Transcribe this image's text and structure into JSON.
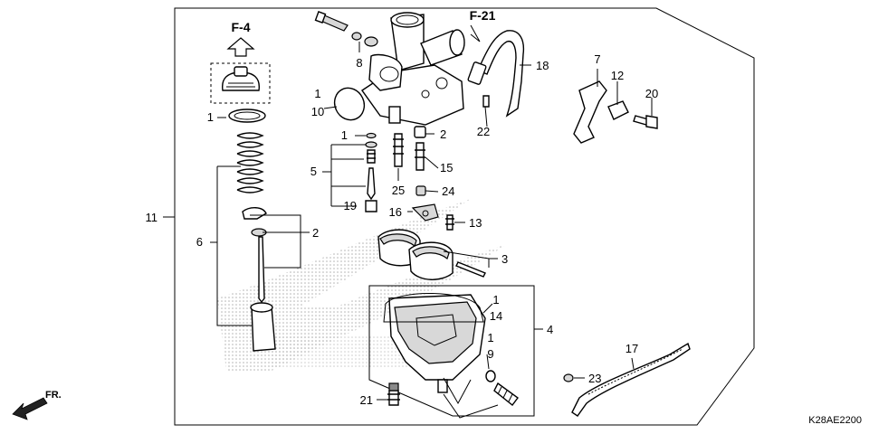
{
  "diagram_code": "K28AE2200",
  "direction_label": "FR.",
  "references": [
    "F-4",
    "F-21"
  ],
  "callouts": {
    "c1_cap": "1",
    "c1_oring": "1",
    "c1_screw": "1",
    "c1_float": "1",
    "c1_jet": "1",
    "c2_top": "2",
    "c2_needle": "2",
    "c3": "3",
    "c4": "4",
    "c5": "5",
    "c6": "6",
    "c7": "7",
    "c8": "8",
    "c9": "9",
    "c10": "10",
    "c11": "11",
    "c12": "12",
    "c13": "13",
    "c14": "14",
    "c15": "15",
    "c16": "16",
    "c17": "17",
    "c18": "18",
    "c19": "19",
    "c20": "20",
    "c21": "21",
    "c22": "22",
    "c23": "23",
    "c24": "24",
    "c25": "25"
  },
  "colors": {
    "ink": "#000000",
    "watermark": "#bdbdbd",
    "paper": "#ffffff"
  },
  "icons": [
    "up-arrow-icon",
    "front-direction-arrow-icon"
  ]
}
